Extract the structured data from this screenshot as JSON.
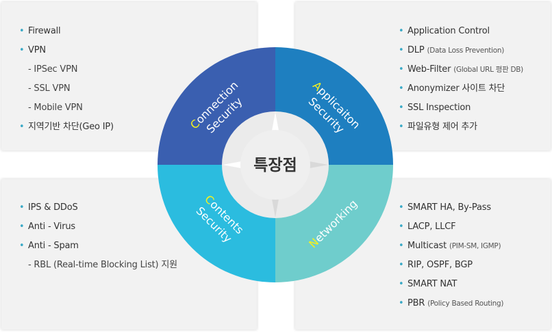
{
  "center": {
    "title": "특장점"
  },
  "quadrants": {
    "top_left": {
      "initial": "C",
      "rest": "onnection",
      "line2": "Security",
      "color": "#3a5fb0"
    },
    "top_right": {
      "initial": "A",
      "rest": "pplicaiton",
      "line2": "Security",
      "color": "#1e7fc0"
    },
    "bottom_left": {
      "initial": "C",
      "rest": "ontents",
      "line2": "Security",
      "color": "#2bbcdf"
    },
    "bottom_right": {
      "initial": "N",
      "rest": "etworking",
      "line2": "",
      "color": "#6fcdcc"
    }
  },
  "panels": {
    "top_left": {
      "items": [
        {
          "text": "Firewall",
          "note": ""
        },
        {
          "text": "VPN",
          "note": ""
        },
        {
          "text": "- IPSec VPN",
          "note": ""
        },
        {
          "text": "- SSL VPN",
          "note": ""
        },
        {
          "text": "- Mobile VPN",
          "note": ""
        },
        {
          "text": "지역기반 차단(Geo IP)",
          "note": ""
        }
      ]
    },
    "top_right": {
      "items": [
        {
          "text": "Application Control",
          "note": ""
        },
        {
          "text": "DLP",
          "note": "(Data Loss Prevention)"
        },
        {
          "text": "Web-Filter",
          "note": "(Global URL 평판 DB)"
        },
        {
          "text": "Anonymizer 사이트 차단",
          "note": ""
        },
        {
          "text": "SSL Inspection",
          "note": ""
        },
        {
          "text": "파일유형 제어 추가",
          "note": ""
        }
      ]
    },
    "bottom_left": {
      "items": [
        {
          "text": "IPS & DDoS",
          "note": ""
        },
        {
          "text": "Anti - Virus",
          "note": ""
        },
        {
          "text": "Anti - Spam",
          "note": ""
        },
        {
          "text": "- RBL (Real-time Blocking List) 지원",
          "note": ""
        }
      ]
    },
    "bottom_right": {
      "items": [
        {
          "text": "SMART HA, By-Pass",
          "note": ""
        },
        {
          "text": "LACP, LLCF",
          "note": ""
        },
        {
          "text": "Multicast",
          "note": "(PIM-SM, IGMP)"
        },
        {
          "text": "RIP, OSPF, BGP",
          "note": ""
        },
        {
          "text": "SMART NAT",
          "note": ""
        },
        {
          "text": "PBR",
          "note": "(Policy Based Routing)"
        }
      ]
    }
  },
  "colors": {
    "bullet": "#3aa9c6",
    "panel_bg": "#f2f2f2",
    "initial_letter": "#f6f21c",
    "center_bg": "#ebebeb"
  }
}
